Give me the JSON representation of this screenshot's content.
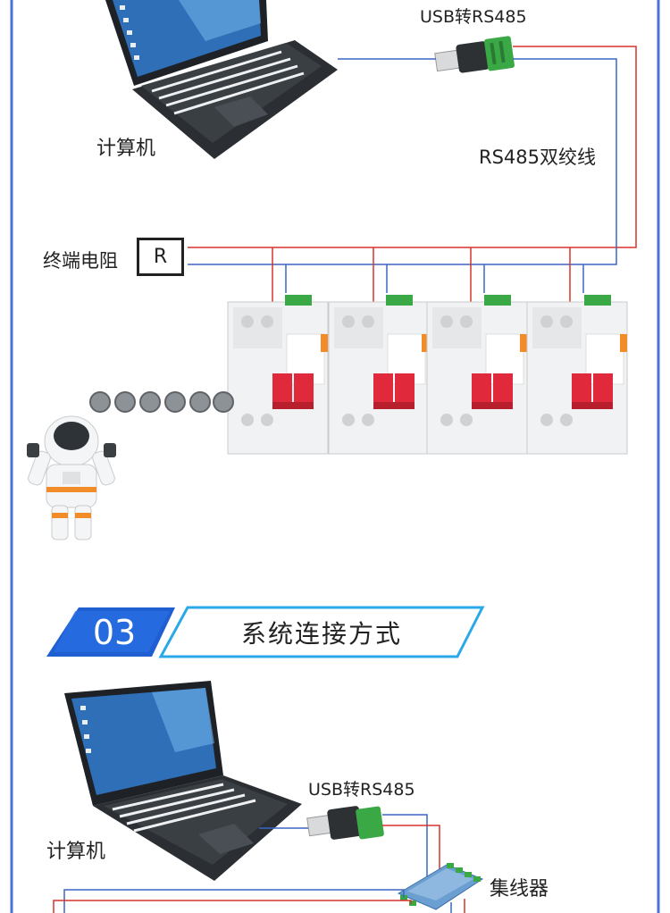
{
  "top_diagram": {
    "computer_label": "计算机",
    "usb_converter_label": "USB转RS485",
    "twisted_pair_label": "RS485双绞线",
    "terminal_resistor_label": "终端电阻",
    "resistor_symbol": "R",
    "breakers": [
      {
        "name": "breaker-1"
      },
      {
        "name": "breaker-2"
      },
      {
        "name": "breaker-3"
      },
      {
        "name": "breaker-4"
      }
    ],
    "wire_colors": {
      "red": "#d9322e",
      "blue": "#3a66c4"
    }
  },
  "section": {
    "number": "03",
    "title": "系统连接方式",
    "accent": "#1f5fd1",
    "accent_light": "#2aa8e8"
  },
  "bottom_diagram": {
    "computer_label": "计算机",
    "usb_converter_label": "USB转RS485",
    "hub_label": "集线器"
  },
  "colors": {
    "frame_blue": "#4a72d9",
    "breaker_red": "#e0293a",
    "terminal_green": "#3aa845",
    "laptop_dark": "#2b2f33",
    "screen_blue": "#2f6fb8"
  }
}
